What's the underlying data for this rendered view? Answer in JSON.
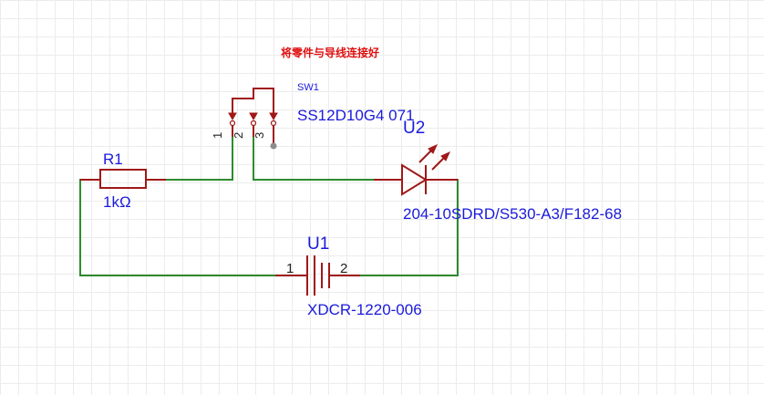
{
  "note": "将零件与导线连接好",
  "components": {
    "sw1": {
      "designator": "SW1",
      "part_number": "SS12D10G4 071",
      "pins": [
        "1",
        "2",
        "3"
      ]
    },
    "r1": {
      "designator": "R1",
      "value": "1kΩ"
    },
    "u2": {
      "designator": "U2",
      "part_number": "204-10SDRD/S530-A3/F182-68"
    },
    "u1": {
      "designator": "U1",
      "part_number": "XDCR-1220-006",
      "pins": [
        "1",
        "2"
      ]
    }
  },
  "colors": {
    "wire": "#2e8b2e",
    "part": "#a01818",
    "label": "#1a1adc",
    "note": "#e01010"
  }
}
